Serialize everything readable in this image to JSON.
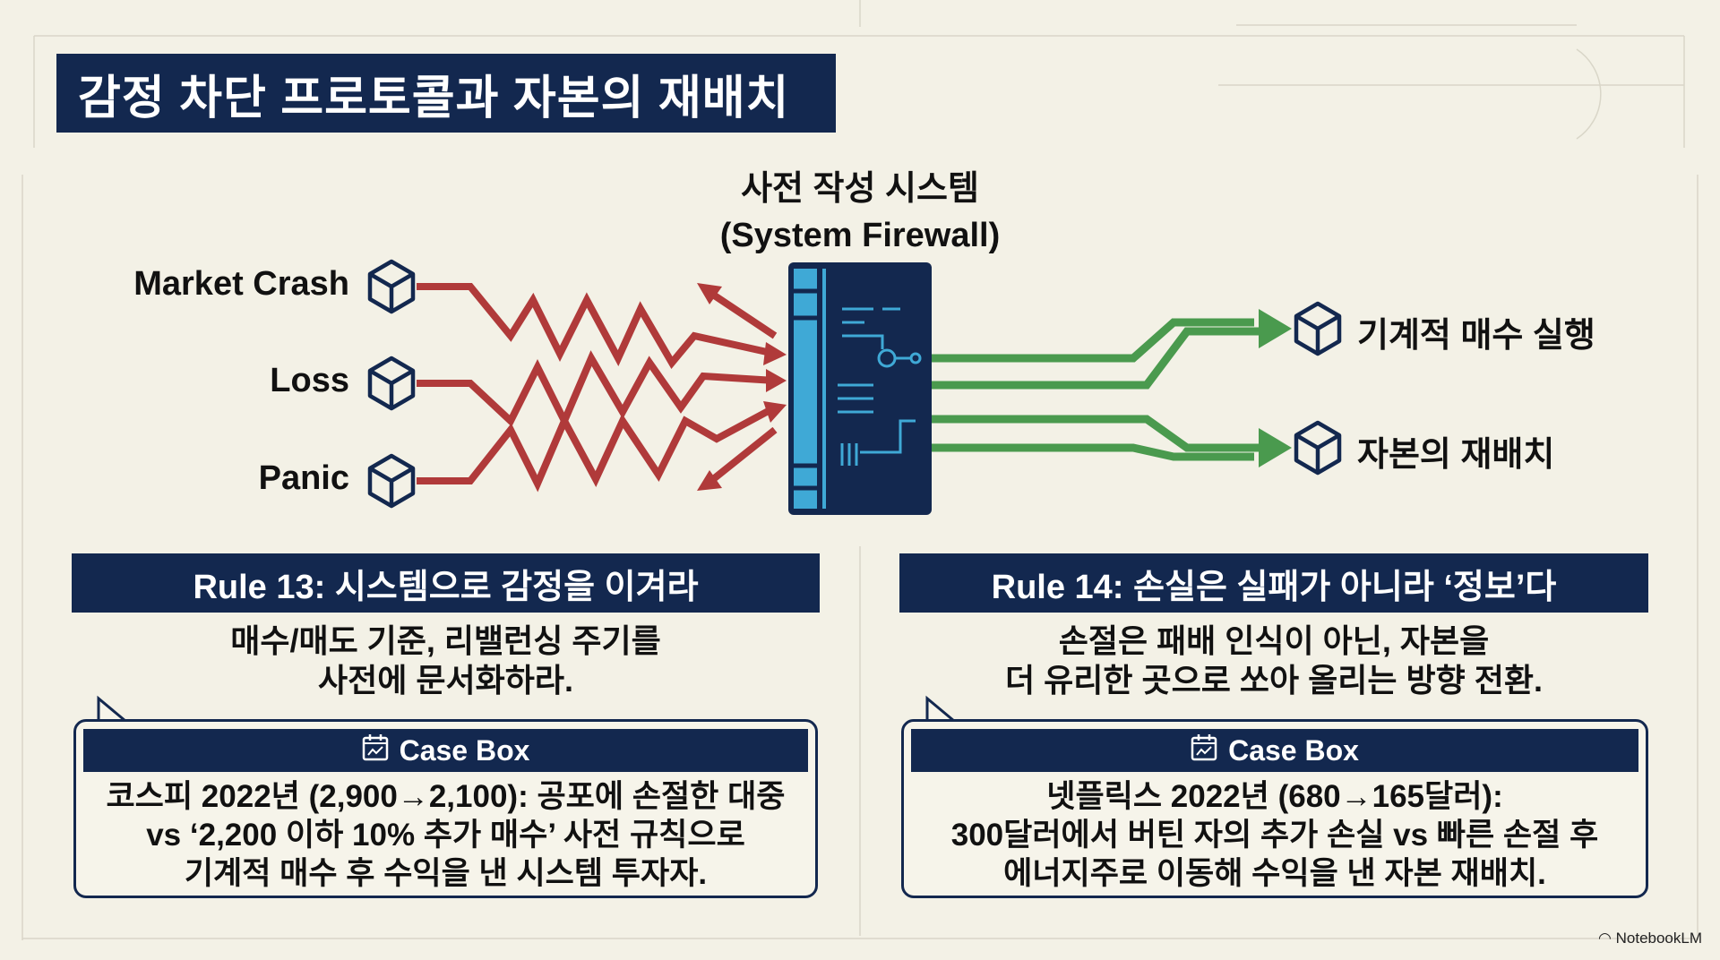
{
  "title": "감정 차단 프로토콜과 자본의 재배치",
  "diagram": {
    "system_label": "사전 작성 시스템",
    "system_sublabel": "(System Firewall)",
    "inputs": [
      "Market Crash",
      "Loss",
      "Panic"
    ],
    "outputs": [
      "기계적 매수 실행",
      "자본의 재배치"
    ],
    "colors": {
      "navy": "#13284f",
      "red": "#b03a3a",
      "green": "#4a9a4e",
      "blue": "#3fa9d6"
    }
  },
  "rules": [
    {
      "title": "Rule 13: 시스템으로 감정을 이겨라",
      "desc": [
        "매수/매도 기준, 리밸런싱 주기를",
        "사전에 문서화하라."
      ],
      "case_label": "Case Box",
      "case_lines": [
        "코스피 2022년 (2,900→2,100): 공포에 손절한 대중",
        "vs ‘2,200 이하 10% 추가 매수’ 사전 규칙으로",
        "기계적 매수 후 수익을 낸 시스템 투자자."
      ]
    },
    {
      "title": "Rule 14: 손실은 실패가 아니라 ‘정보’다",
      "desc": [
        "손절은 패배 인식이 아닌, 자본을",
        "더 유리한 곳으로 쏘아 올리는 방향 전환."
      ],
      "case_label": "Case Box",
      "case_lines": [
        "넷플릭스 2022년 (680→165달러):",
        "300달러에서 버틴 자의 추가 손실 vs 빠른 손절 후",
        "에너지주로 이동해 수익을 낸 자본 재배치."
      ]
    }
  ],
  "brand": "NotebookLM"
}
